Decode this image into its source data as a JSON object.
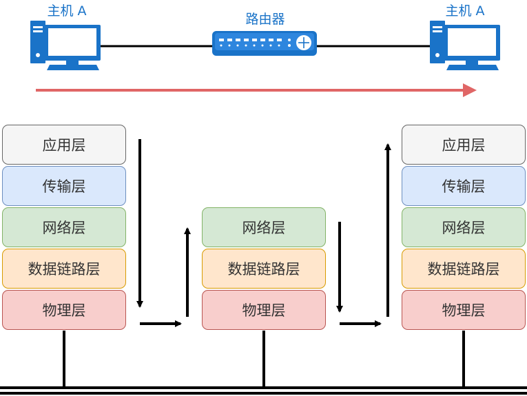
{
  "hosts": {
    "left_label": "主机 A",
    "right_label": "主机 A"
  },
  "router": {
    "label": "路由器"
  },
  "stacks": {
    "host_left": [
      "应用层",
      "传输层",
      "网络层",
      "数据链路层",
      "物理层"
    ],
    "router": [
      "网络层",
      "数据链路层",
      "物理层"
    ],
    "host_right": [
      "应用层",
      "传输层",
      "网络层",
      "数据链路层",
      "物理层"
    ]
  },
  "colors": {
    "link_arrow": "#e06666",
    "device_blue": "#1a73c8",
    "line": "#000000"
  },
  "icons": [
    "computer-icon",
    "router-icon"
  ]
}
